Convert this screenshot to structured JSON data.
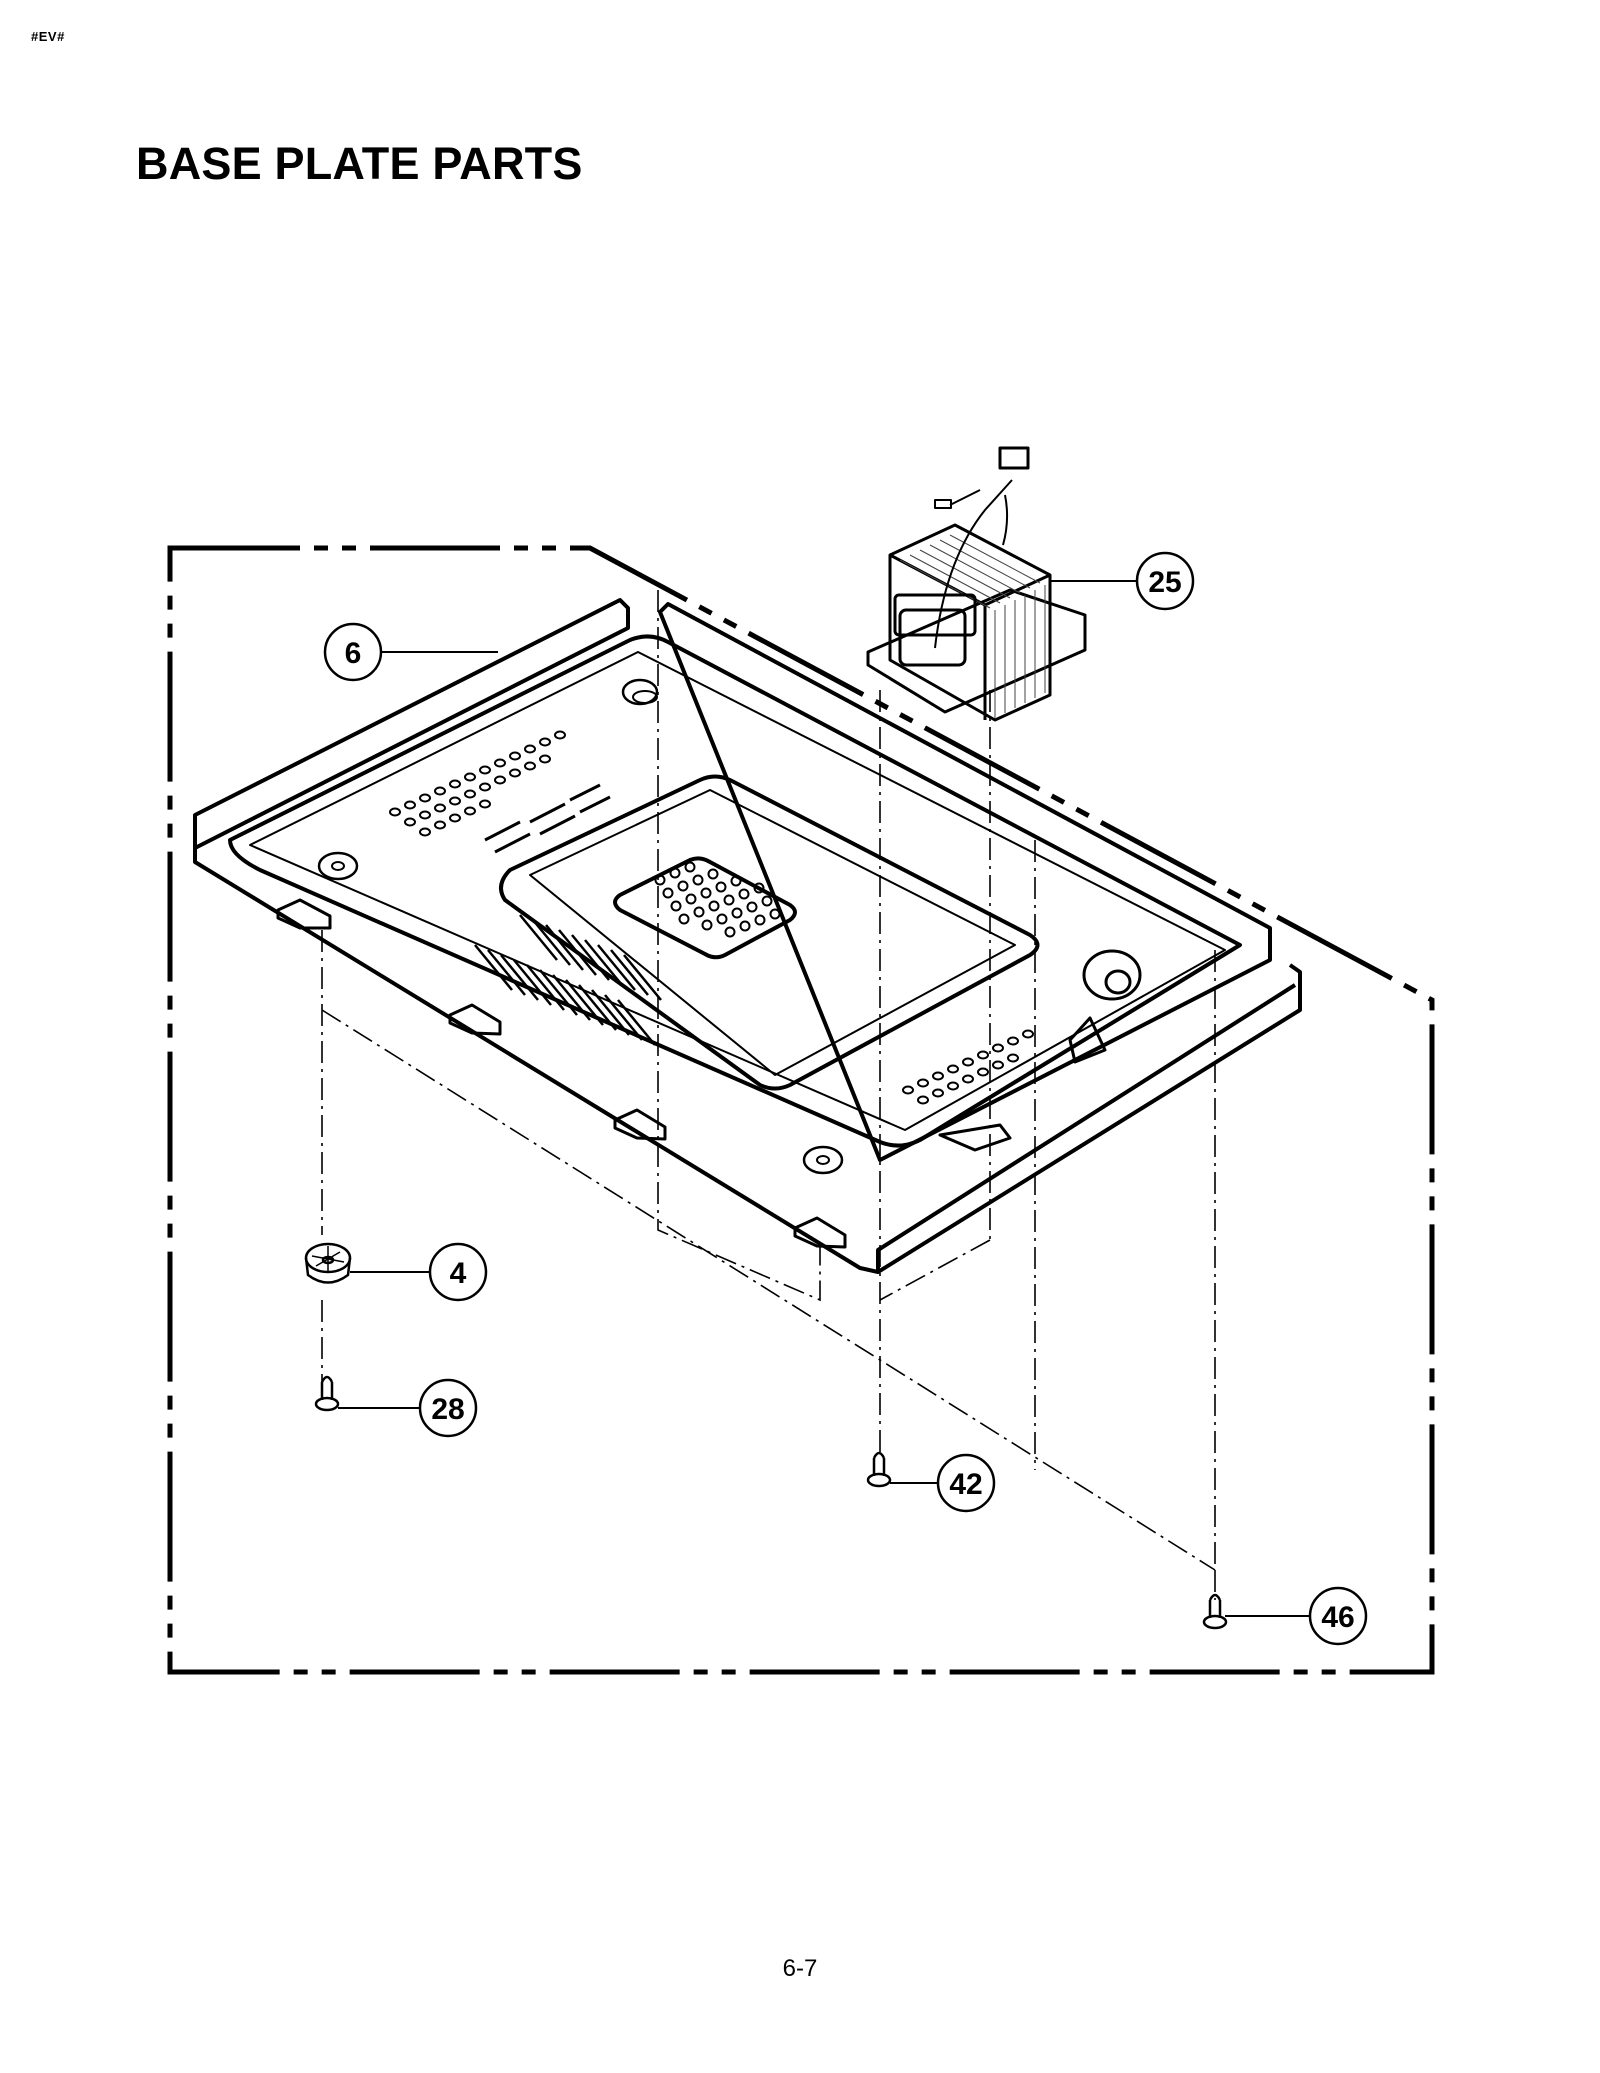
{
  "header": {
    "doc_code": "#EV#"
  },
  "page": {
    "title": "BASE PLATE PARTS",
    "number": "6-7"
  },
  "diagram": {
    "type": "exploded-parts-view",
    "subject": "base plate assembly",
    "callouts": [
      {
        "id": "6",
        "label": "6",
        "part": "base plate"
      },
      {
        "id": "25",
        "label": "25",
        "part": "transformer"
      },
      {
        "id": "4",
        "label": "4",
        "part": "foot"
      },
      {
        "id": "28",
        "label": "28",
        "part": "screw"
      },
      {
        "id": "42",
        "label": "42",
        "part": "screw"
      },
      {
        "id": "46",
        "label": "46",
        "part": "screw"
      }
    ]
  },
  "colors": {
    "ink": "#000000",
    "paper": "#ffffff"
  }
}
